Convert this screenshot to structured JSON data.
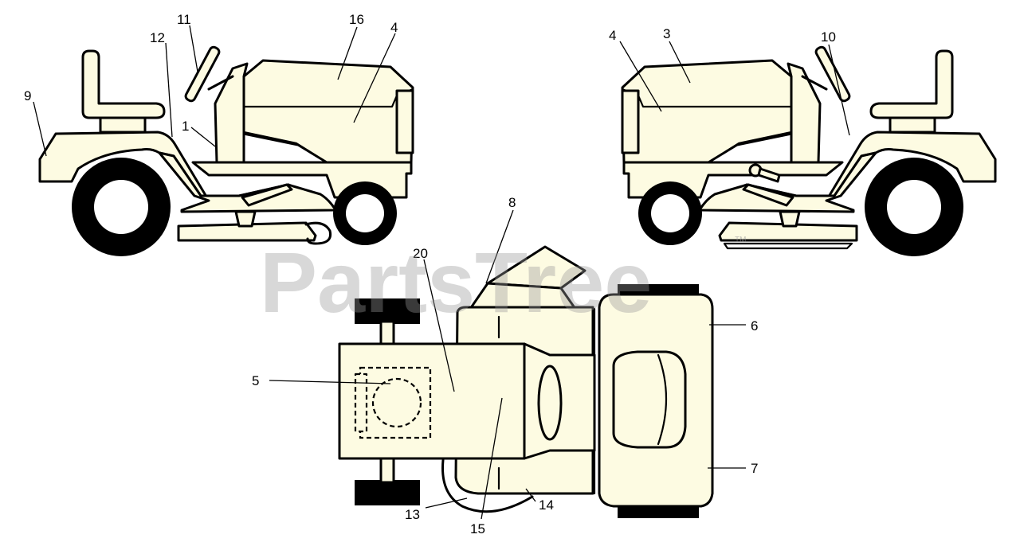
{
  "watermark": {
    "text": "PartsTree",
    "trademark": "TM"
  },
  "callouts": {
    "c1": "1",
    "c3": "3",
    "c4a": "4",
    "c4b": "4",
    "c5": "5",
    "c6": "6",
    "c7": "7",
    "c8": "8",
    "c9": "9",
    "c10": "10",
    "c11": "11",
    "c12": "12",
    "c13": "13",
    "c14": "14",
    "c15": "15",
    "c16": "16",
    "c20": "20"
  }
}
